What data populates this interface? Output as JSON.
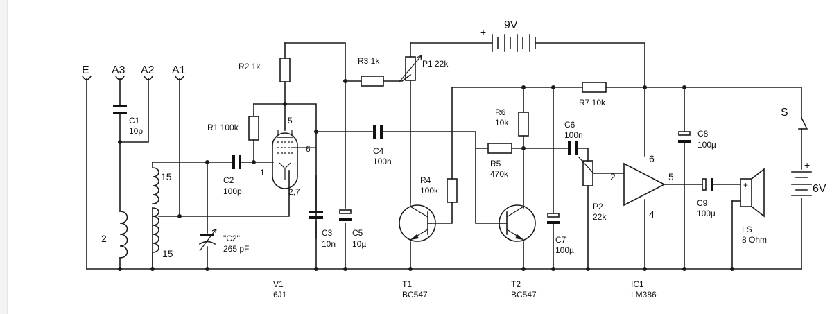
{
  "antenna": {
    "e": "E",
    "a3": "A3",
    "a2": "A2",
    "a1": "A1"
  },
  "coil": {
    "left_turns": "2",
    "top_turns": "15",
    "bottom_turns": "15"
  },
  "c1": {
    "name": "C1",
    "value": "10p"
  },
  "c2": {
    "name": "C2",
    "value": "100p"
  },
  "c2var": {
    "name": "\"C2\"",
    "value": "265 pF"
  },
  "r1": {
    "label": "R1 100k"
  },
  "r2": {
    "label": "R2 1k"
  },
  "r3": {
    "label": "R3 1k"
  },
  "p1": {
    "label": "P1 22k"
  },
  "battery9v": {
    "plus": "+",
    "label": "9V"
  },
  "tube": {
    "pin5": "5",
    "pin6": "6",
    "pin1": "1",
    "pin27": "2,7"
  },
  "c3": {
    "name": "C3",
    "value": "10n"
  },
  "c4": {
    "name": "C4",
    "value": "100n"
  },
  "c5": {
    "name": "C5",
    "value": "10µ"
  },
  "r4": {
    "name": "R4",
    "value": "100k"
  },
  "r5": {
    "name": "R5",
    "value": "470k"
  },
  "r6": {
    "name": "R6",
    "value": "10k"
  },
  "r7": {
    "label": "R7 10k"
  },
  "c6": {
    "name": "C6",
    "value": "100n"
  },
  "c7": {
    "name": "C7",
    "value": "100µ"
  },
  "p2": {
    "name": "P2",
    "value": "22k"
  },
  "ic": {
    "pin2": "2",
    "pin6": "6",
    "pin5": "5",
    "pin4": "4"
  },
  "c8": {
    "name": "C8",
    "value": "100µ"
  },
  "c9": {
    "name": "C9",
    "value": "100µ"
  },
  "ls": {
    "name": "LS",
    "value": "8 Ohm",
    "plus": "+"
  },
  "switch": {
    "label": "S"
  },
  "battery6v": {
    "plus": "+",
    "label": "6V"
  },
  "bottom": {
    "v1_name": "V1",
    "v1_type": "6J1",
    "t1_name": "T1",
    "t1_type": "BC547",
    "t2_name": "T2",
    "t2_type": "BC547",
    "ic1_name": "IC1",
    "ic1_type": "LM386"
  }
}
